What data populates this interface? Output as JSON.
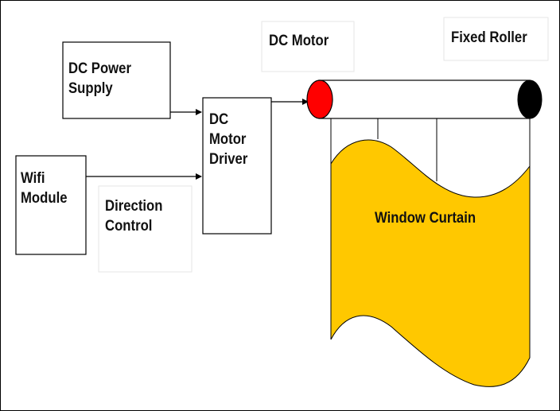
{
  "diagram": {
    "blocks": {
      "dc_power_supply": "DC Power\nSupply",
      "wifi_module": "Wifi\nModule",
      "dc_motor_driver": "DC\nMotor\nDriver"
    },
    "labels": {
      "direction_control": "Direction\nControl",
      "dc_motor": "DC Motor",
      "fixed_roller": "Fixed Roller",
      "window_curtain": "Window Curtain"
    },
    "colors": {
      "motor_cap": "#ff0000",
      "roller_end_cap": "#000000",
      "curtain": "#ffc800",
      "lines": "#000000"
    }
  }
}
